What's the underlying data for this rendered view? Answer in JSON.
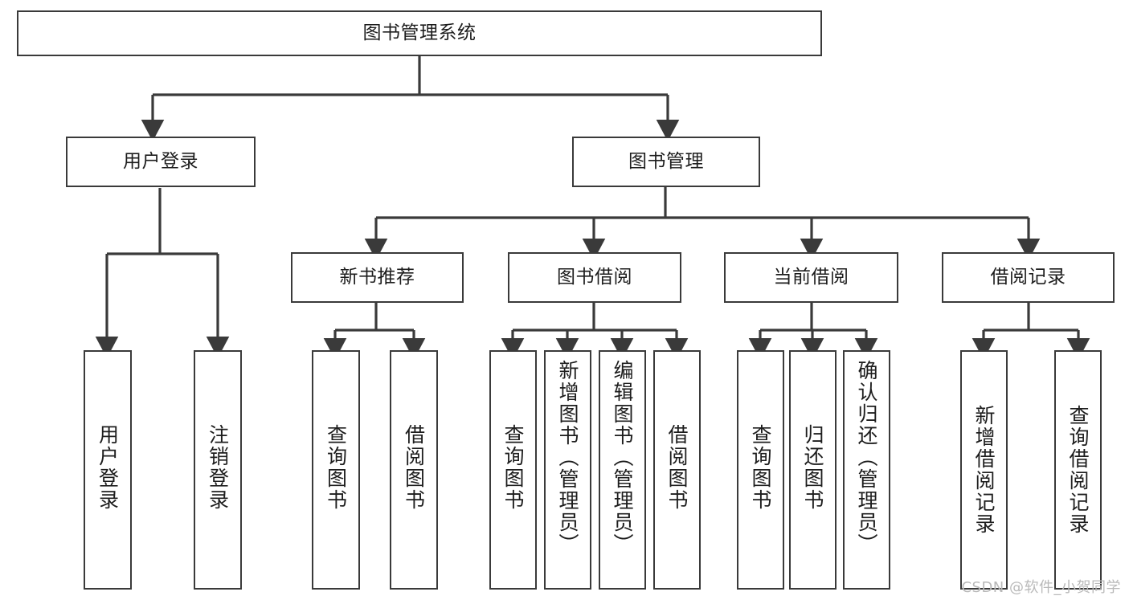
{
  "diagram": {
    "title": "图书管理系统",
    "type": "tree",
    "watermark": "CSDN @软件_小贺同学",
    "colors": {
      "box_stroke": "#3a3a3a",
      "box_fill": "#ffffff",
      "connector": "#3a3a3a",
      "text": "#1d1d1d",
      "watermark": "#b9b9b9"
    },
    "nodes": {
      "root": {
        "label": "图书管理系统",
        "level": 0
      },
      "level1": [
        {
          "id": "user-login",
          "label": "用户登录"
        },
        {
          "id": "book-manage",
          "label": "图书管理"
        }
      ],
      "level2": [
        {
          "id": "new-book-rec",
          "label": "新书推荐",
          "parent": "book-manage"
        },
        {
          "id": "book-borrow",
          "label": "图书借阅",
          "parent": "book-manage"
        },
        {
          "id": "current-borrow",
          "label": "当前借阅",
          "parent": "book-manage"
        },
        {
          "id": "borrow-record",
          "label": "借阅记录",
          "parent": "book-manage"
        }
      ],
      "leaves": [
        {
          "id": "leaf-user-login",
          "label": "用户登录",
          "parent": "user-login"
        },
        {
          "id": "leaf-user-logout",
          "label": "注销登录",
          "parent": "user-login"
        },
        {
          "id": "leaf-query-book-1",
          "label": "查询图书",
          "parent": "new-book-rec"
        },
        {
          "id": "leaf-borrow-book-1",
          "label": "借阅图书",
          "parent": "new-book-rec"
        },
        {
          "id": "leaf-query-book-2",
          "label": "查询图书",
          "parent": "book-borrow"
        },
        {
          "id": "leaf-add-book",
          "label": "新增图书（管理员）",
          "parent": "book-borrow"
        },
        {
          "id": "leaf-edit-book",
          "label": "编辑图书（管理员）",
          "parent": "book-borrow"
        },
        {
          "id": "leaf-borrow-book-2",
          "label": "借阅图书",
          "parent": "book-borrow"
        },
        {
          "id": "leaf-query-book-3",
          "label": "查询图书",
          "parent": "current-borrow"
        },
        {
          "id": "leaf-return-book",
          "label": "归还图书",
          "parent": "current-borrow"
        },
        {
          "id": "leaf-confirm-return",
          "label": "确认归还（管理员）",
          "parent": "current-borrow"
        },
        {
          "id": "leaf-add-record",
          "label": "新增借阅记录",
          "parent": "borrow-record"
        },
        {
          "id": "leaf-query-record",
          "label": "查询借阅记录",
          "parent": "borrow-record"
        }
      ]
    }
  }
}
